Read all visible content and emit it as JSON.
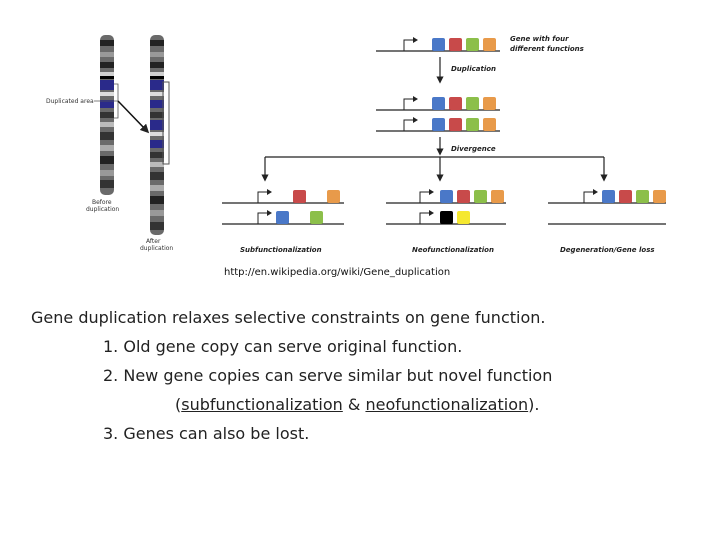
{
  "figure": {
    "labels": {
      "duplicated_area": "Duplicated area",
      "before": "Before duplication",
      "after": "After duplication",
      "gene_four": "Gene with four different functions",
      "duplication": "Duplication",
      "divergence": "Divergence",
      "subfunctionalization": "Subfunctionalization",
      "neofunctionalization": "Neofunctionalization",
      "degeneration": "Degeneration/Gene loss"
    },
    "colors": {
      "blue": "#4a78c8",
      "red": "#c84a4a",
      "green": "#8cbf4a",
      "orange": "#e89a4a",
      "black": "#000000",
      "yellow": "#f5e830",
      "chrom_dark": "#3a3a6a",
      "chrom_band": "#2a2a8a"
    }
  },
  "caption": "http://en.wikipedia.org/wiki/Gene_duplication",
  "text": {
    "main": "Gene duplication relaxes selective constraints on gene function.",
    "item1": "1. Old gene copy can serve original function.",
    "item2": "2. New gene copies can serve similar but novel function",
    "item2_open": "(",
    "item2_sub": "subfunctionalization",
    "item2_amp": " & ",
    "item2_neo": "neofunctionalization",
    "item2_close": ").",
    "item3": "3. Genes can also be lost."
  }
}
